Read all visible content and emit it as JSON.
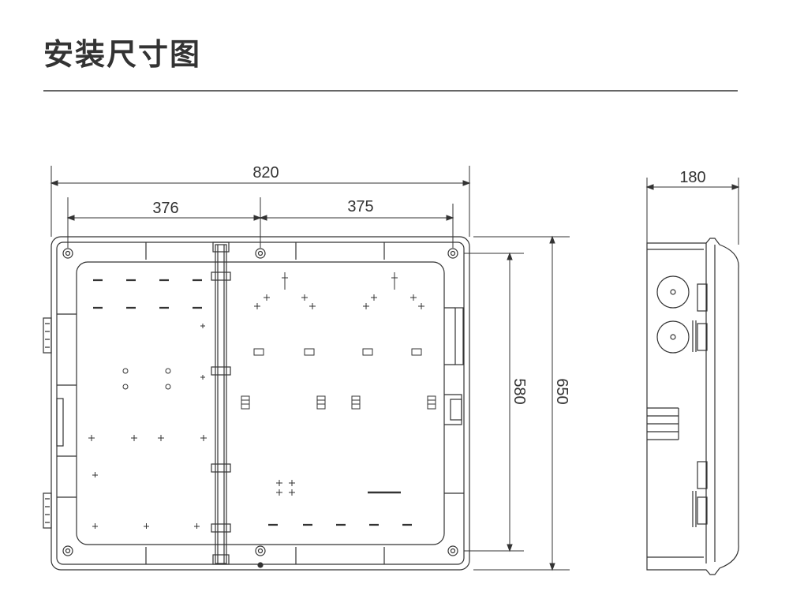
{
  "title": "安装尺寸图",
  "colors": {
    "line": "#333333",
    "rule": "#666666",
    "background": "#ffffff"
  },
  "front_view": {
    "overall_width": "820",
    "left_hole_spacing": "376",
    "right_hole_spacing": "375",
    "hole_vertical_spacing": "580",
    "overall_height": "650"
  },
  "side_view": {
    "depth": "180"
  }
}
